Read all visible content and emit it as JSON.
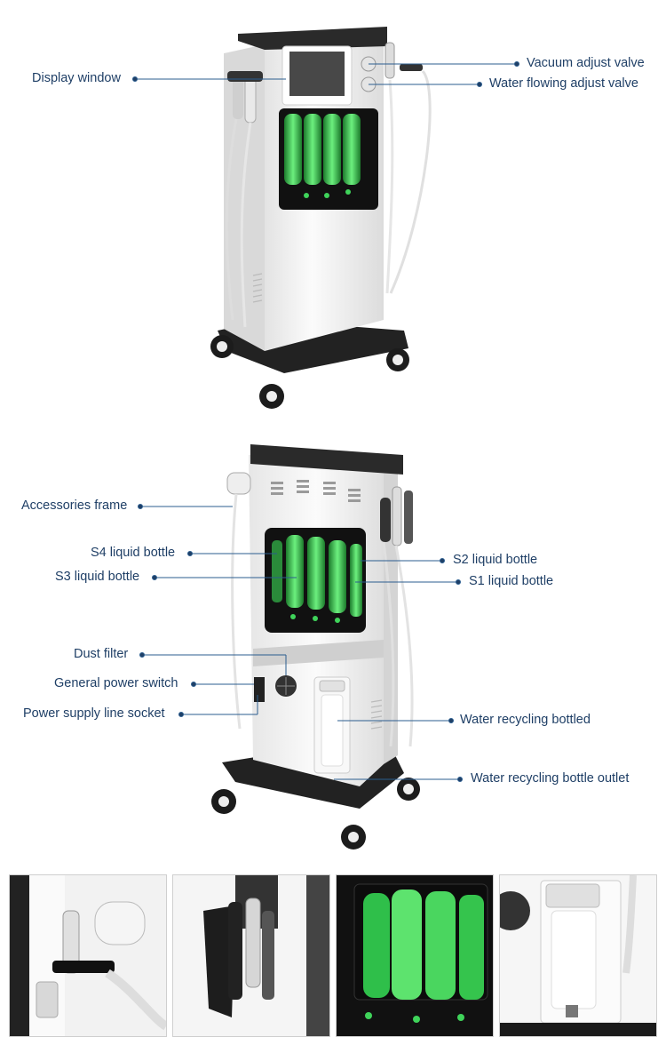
{
  "labels": {
    "display_window": "Display window",
    "vacuum_adjust_valve": "Vacuum adjust valve",
    "water_flowing_adjust_valve": "Water flowing adjust valve",
    "accessories_frame": "Accessories frame",
    "s4_liquid_bottle": "S4 liquid bottle",
    "s3_liquid_bottle": "S3 liquid bottle",
    "s2_liquid_bottle": "S2 liquid bottle",
    "s1_liquid_bottle": "S1 liquid bottle",
    "dust_filter": "Dust filter",
    "general_power_switch": "General power switch",
    "power_supply_line_socket": "Power supply line socket",
    "water_recycling_bottled": "Water recycling bottled",
    "water_recycling_bottle_outlet": "Water recycling bottle outlet"
  },
  "colors": {
    "label_text": "#1f3f66",
    "leader_line": "#2b5d8f",
    "bottle_green": "#3fd35a",
    "machine_body": "#f2f2f2",
    "machine_top": "#2a2a2a"
  }
}
